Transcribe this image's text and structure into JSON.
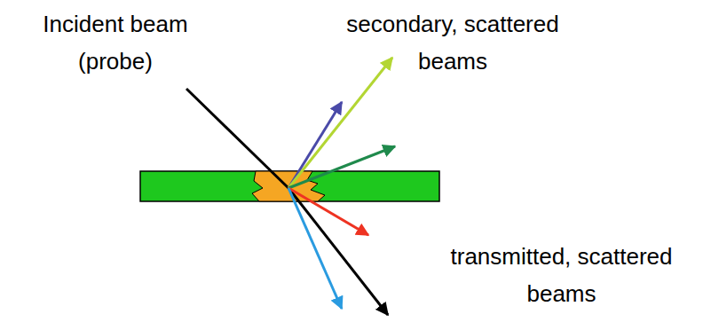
{
  "diagram": {
    "labels": [
      "Incident beam (probe)",
      "secondary, scattered beams",
      "transmitted, scattered beams"
    ]
  }
}
